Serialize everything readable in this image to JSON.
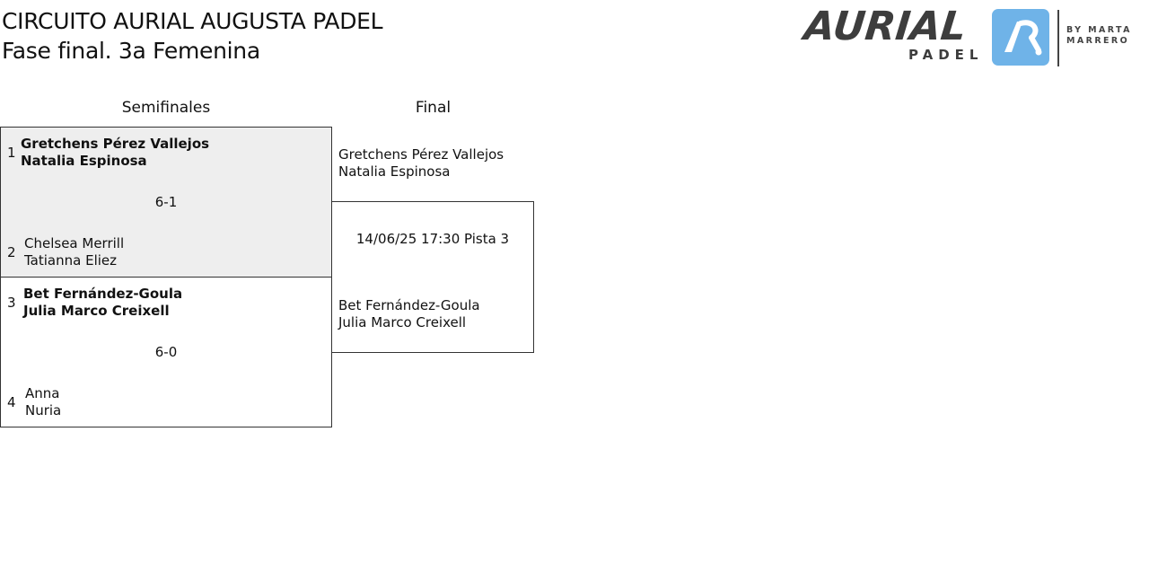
{
  "header": {
    "title": "CIRCUITO AURIAL AUGUSTA PADEL",
    "subtitle": "Fase final. 3a Femenina"
  },
  "logo": {
    "wordmark": "AURIAL",
    "sub": "PADEL",
    "by_line1": "BY MARTA",
    "by_line2": "MARRERO",
    "badge_color": "#6fb3e8"
  },
  "rounds": {
    "semis_label": "Semifinales",
    "final_label": "Final"
  },
  "semifinals": [
    {
      "highlight_color": "#eeeeee",
      "top": {
        "seed": "1",
        "player1": "Gretchens Pérez Vallejos",
        "player2": "Natalia Espinosa"
      },
      "score": "6-1",
      "bottom": {
        "seed": "2",
        "player1": "Chelsea Merrill",
        "player2": "Tatianna Eliez"
      }
    },
    {
      "highlight_color": "#ffffff",
      "top": {
        "seed": "3",
        "player1": "Bet Fernández-Goula",
        "player2": "Julia Marco Creixell"
      },
      "score": "6-0",
      "bottom": {
        "seed": "4",
        "player1": "Anna",
        "player2": "Nuria"
      }
    }
  ],
  "final": {
    "top": {
      "player1": "Gretchens Pérez Vallejos",
      "player2": "Natalia Espinosa"
    },
    "schedule": "14/06/25 17:30 Pista 3",
    "bottom": {
      "player1": "Bet Fernández-Goula",
      "player2": "Julia Marco Creixell"
    }
  }
}
